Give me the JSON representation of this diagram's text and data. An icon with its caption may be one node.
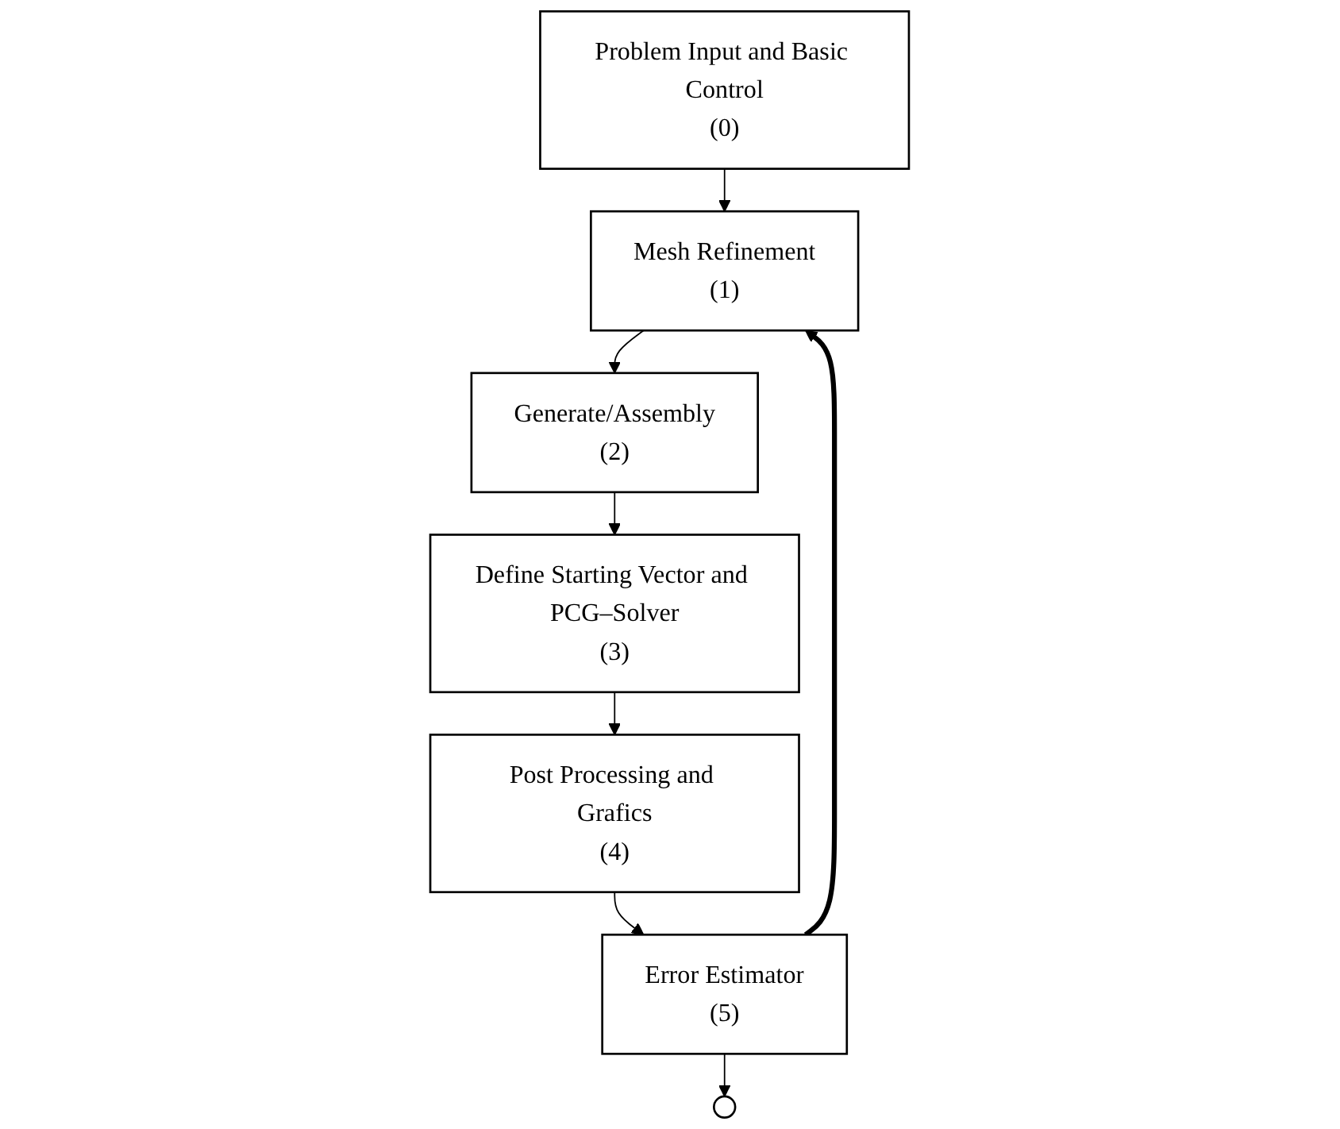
{
  "diagram": {
    "nodes": [
      {
        "text": [
          "Problem Input and Basic Control",
          "(0)"
        ]
      },
      {
        "text": [
          "Mesh Refinement",
          "(1)"
        ]
      },
      {
        "text": [
          "Generate/Assembly",
          "(2)"
        ]
      },
      {
        "text": [
          "Define Starting Vector and PCG–Solver",
          "(3)"
        ]
      },
      {
        "text": [
          "Post Processing and Grafics",
          "(4)"
        ]
      },
      {
        "text": [
          "Error Estimator",
          "(5)"
        ]
      },
      {
        "text": [],
        "shape": "circle"
      }
    ],
    "edges": [
      {
        "from": 0,
        "to": 1,
        "arrow": "to"
      },
      {
        "from": 1,
        "to": 2,
        "arrow": "to"
      },
      {
        "from": 2,
        "to": 3,
        "arrow": "to"
      },
      {
        "from": 3,
        "to": 4,
        "arrow": "to"
      },
      {
        "from": 4,
        "to": 5,
        "arrow": "to"
      },
      {
        "from": 5,
        "to": 6,
        "arrow": "to"
      },
      {
        "from": 5,
        "to": 1,
        "arrow": "to",
        "style": "thick"
      }
    ]
  }
}
